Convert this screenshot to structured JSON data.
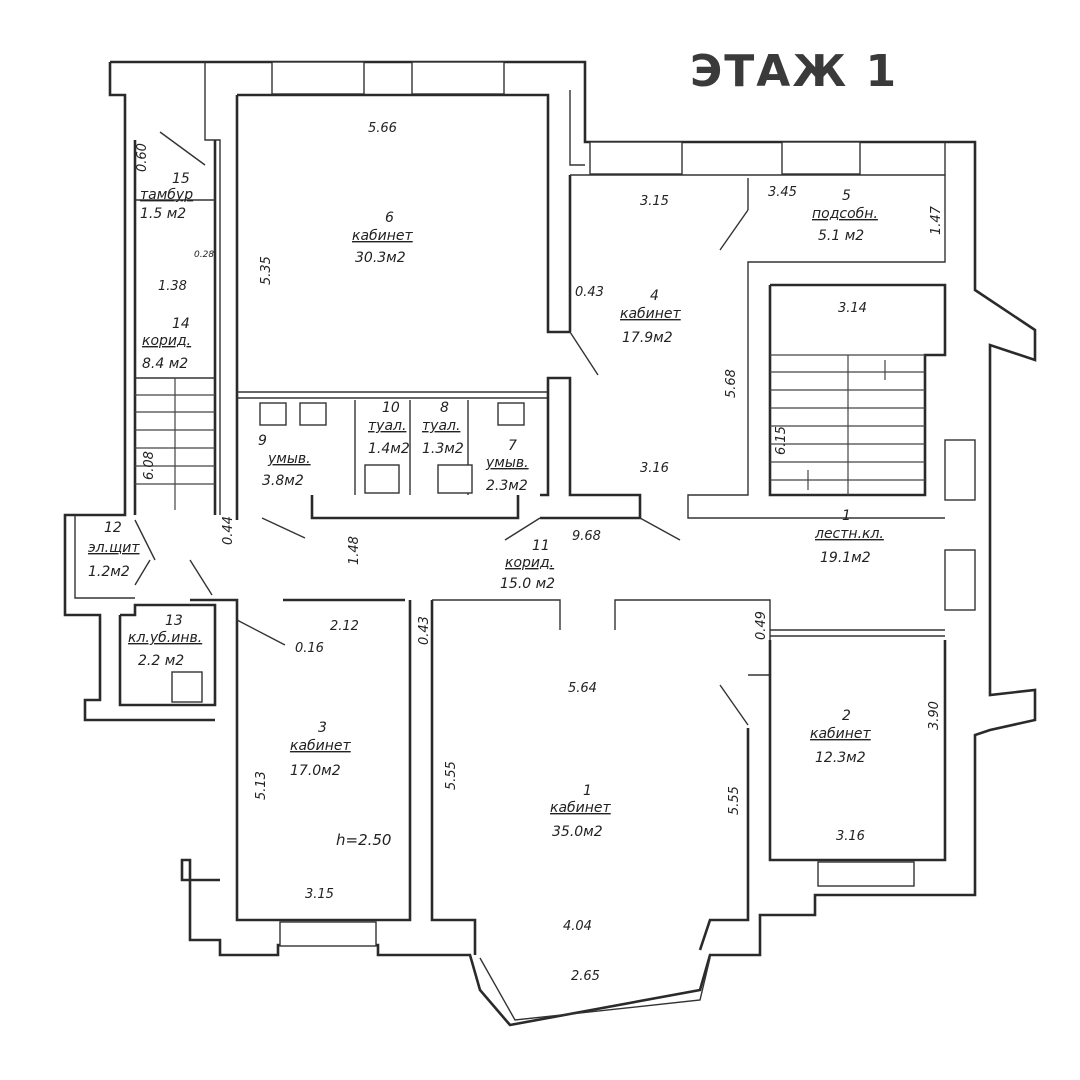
{
  "title": "ЭТАЖ 1",
  "rooms": [
    {
      "num": "15",
      "name": "тамбур",
      "area": "1.5 м2"
    },
    {
      "num": "14",
      "name": "корид.",
      "area": "8.4 м2"
    },
    {
      "num": "6",
      "name": "кабинет",
      "area": "30.3м2"
    },
    {
      "num": "4",
      "name": "кабинет",
      "area": "17.9м2"
    },
    {
      "num": "5",
      "name": "подсобн.",
      "area": "5.1 м2"
    },
    {
      "num": "9",
      "name": "умыв.",
      "area": "3.8м2"
    },
    {
      "num": "10",
      "name": "туал.",
      "area": "1.4м2"
    },
    {
      "num": "8",
      "name": "туал.",
      "area": "1.3м2"
    },
    {
      "num": "7",
      "name": "умыв.",
      "area": "2.3м2"
    },
    {
      "num": "1",
      "name": "лестн.кл.",
      "area": "19.1м2"
    },
    {
      "num": "12",
      "name": "эл.щит",
      "area": "1.2м2"
    },
    {
      "num": "11",
      "name": "корид.",
      "area": "15.0 м2"
    },
    {
      "num": "13",
      "name": "кл.уб.инв.",
      "area": "2.2 м2"
    },
    {
      "num": "3",
      "name": "кабинет",
      "area": "17.0м2"
    },
    {
      "num": "1",
      "name": "кабинет",
      "area": "35.0м2"
    },
    {
      "num": "2",
      "name": "кабинет",
      "area": "12.3м2"
    }
  ],
  "dims": [
    "5.66",
    "5.35",
    "3.15",
    "3.45",
    "1.47",
    "0.43",
    "5.68",
    "3.14",
    "6.15",
    "3.16",
    "1.38",
    "0.60",
    "0.28",
    "6.08",
    "0.44",
    "1.48",
    "9.68",
    "2.12",
    "0.16",
    "0.43",
    "0.49",
    "5.64",
    "3.90",
    "5.13",
    "5.55",
    "5.55",
    "3.16",
    "3.15",
    "4.04",
    "2.65"
  ],
  "ceiling_height": "h=2.50"
}
